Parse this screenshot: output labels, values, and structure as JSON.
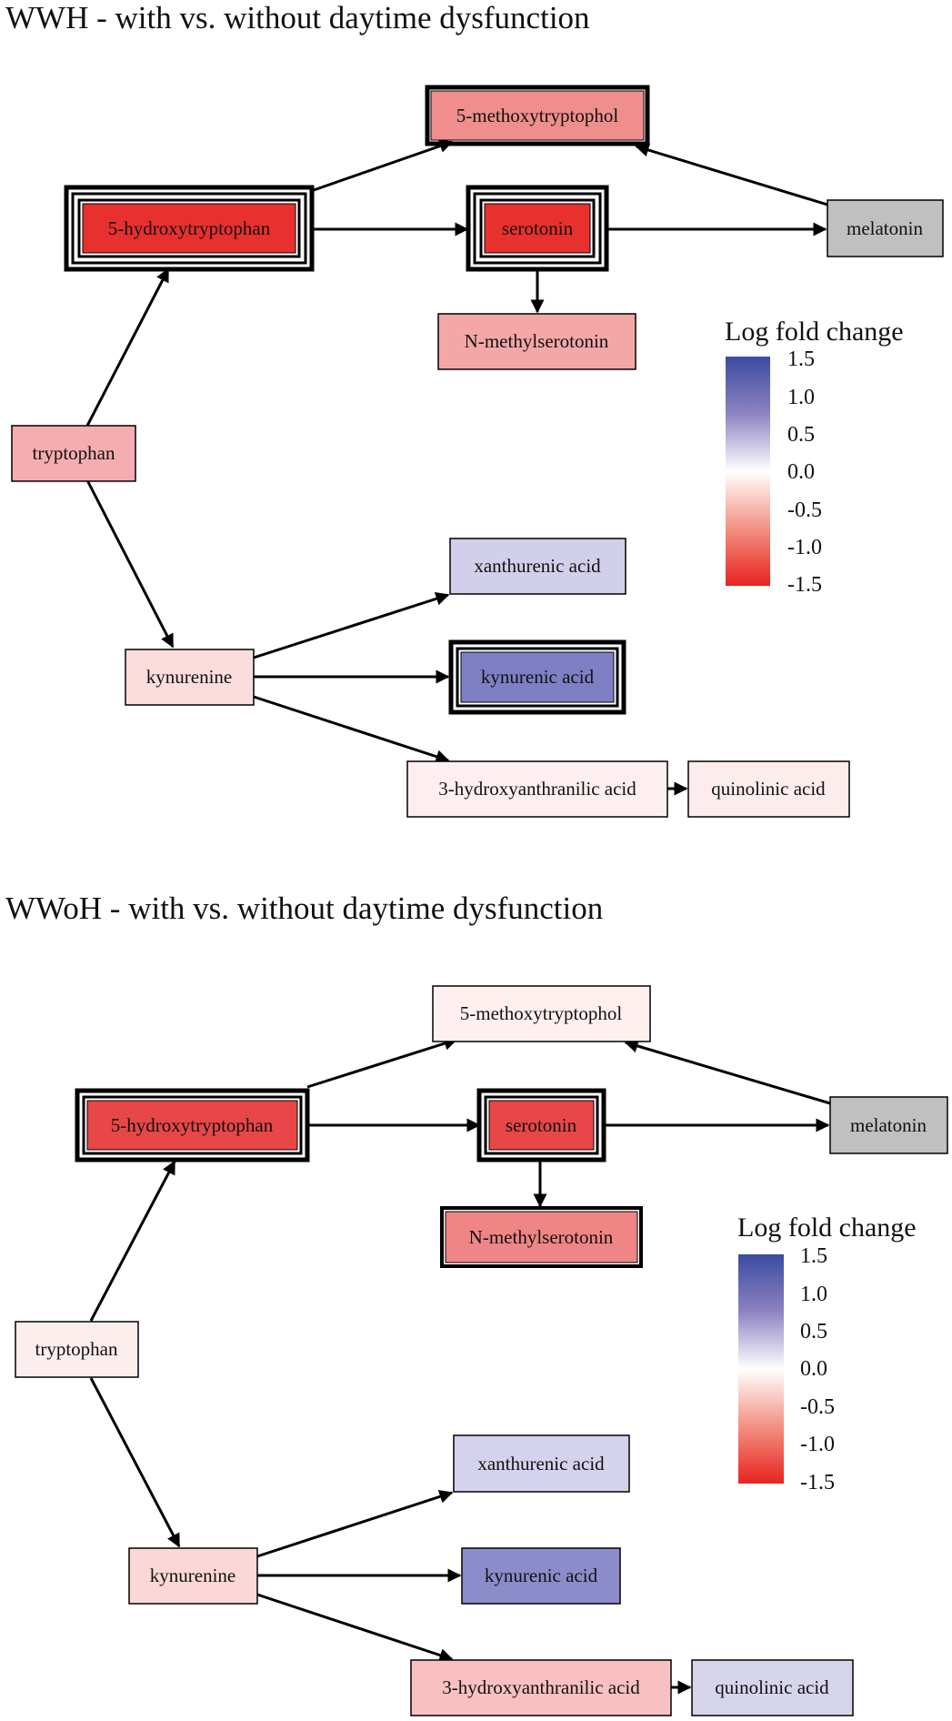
{
  "legend": {
    "title": "Log fold change",
    "ticks": [
      "1.5",
      "1.0",
      "0.5",
      "0.0",
      "-0.5",
      "-1.0",
      "-1.5"
    ],
    "colors": {
      "high": "#3b4ba0",
      "mid": "#ffffff",
      "low": "#e8231f"
    }
  },
  "panels": [
    {
      "title": "WWH - with vs. without daytime dysfunction",
      "nodes": {
        "methoxytryptophol": {
          "label": "5-methoxytryptophol",
          "fill": "#f08e8e",
          "significance": "single-border"
        },
        "hydroxytryptophan": {
          "label": "5-hydroxytryptophan",
          "fill": "#e8302f",
          "significance": "triple-border"
        },
        "serotonin": {
          "label": "serotonin",
          "fill": "#e8302f",
          "significance": "triple-border"
        },
        "melatonin": {
          "label": "melatonin",
          "fill": "#c0c0c0",
          "significance": "none"
        },
        "n_methylserotonin": {
          "label": "N-methylserotonin",
          "fill": "#f4a7a7",
          "significance": "none"
        },
        "tryptophan": {
          "label": "tryptophan",
          "fill": "#f5adb0",
          "significance": "none"
        },
        "xanthurenic_acid": {
          "label": "xanthurenic acid",
          "fill": "#d1cfe9",
          "significance": "none"
        },
        "kynurenine": {
          "label": "kynurenine",
          "fill": "#fadcdc",
          "significance": "none"
        },
        "kynurenic_acid": {
          "label": "kynurenic acid",
          "fill": "#7f7fc4",
          "significance": "triple-border"
        },
        "hydroxyanthranilic_acid": {
          "label": "3-hydroxyanthranilic acid",
          "fill": "#fdefef",
          "significance": "none"
        },
        "quinolinic_acid": {
          "label": "quinolinic acid",
          "fill": "#fcecec",
          "significance": "none"
        }
      }
    },
    {
      "title": "WWoH - with vs. without daytime dysfunction",
      "nodes": {
        "methoxytryptophol": {
          "label": "5-methoxytryptophol",
          "fill": "#fff0f0",
          "significance": "none"
        },
        "hydroxytryptophan": {
          "label": "5-hydroxytryptophan",
          "fill": "#e84747",
          "significance": "double-border"
        },
        "serotonin": {
          "label": "serotonin",
          "fill": "#e84747",
          "significance": "double-border"
        },
        "melatonin": {
          "label": "melatonin",
          "fill": "#c0c0c0",
          "significance": "none"
        },
        "n_methylserotonin": {
          "label": "N-methylserotonin",
          "fill": "#f08585",
          "significance": "single-border"
        },
        "tryptophan": {
          "label": "tryptophan",
          "fill": "#fdeeee",
          "significance": "none"
        },
        "xanthurenic_acid": {
          "label": "xanthurenic acid",
          "fill": "#d4d2ec",
          "significance": "none"
        },
        "kynurenine": {
          "label": "kynurenine",
          "fill": "#fbd7d7",
          "significance": "none"
        },
        "kynurenic_acid": {
          "label": "kynurenic acid",
          "fill": "#8c8ccb",
          "significance": "none"
        },
        "hydroxyanthranilic_acid": {
          "label": "3-hydroxyanthranilic acid",
          "fill": "#f8c0c0",
          "significance": "none"
        },
        "quinolinic_acid": {
          "label": "quinolinic acid",
          "fill": "#d6d5ec",
          "significance": "none"
        }
      }
    }
  ]
}
